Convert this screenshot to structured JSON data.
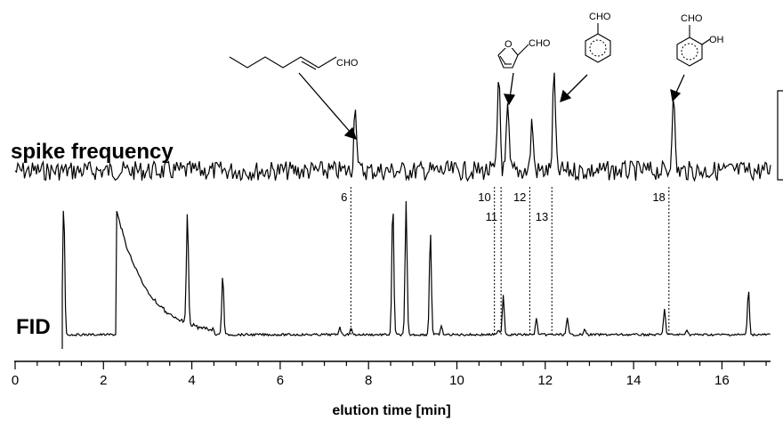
{
  "labels": {
    "spike": "spike frequency",
    "fid": "FID",
    "xaxis": "elution time  [min]"
  },
  "chart_data": {
    "type": "line",
    "xlabel": "elution time  [min]",
    "xlim": [
      0,
      17.1
    ],
    "x_ticks": [
      0,
      2,
      4,
      6,
      8,
      10,
      12,
      14,
      16
    ],
    "traces": [
      {
        "name": "spike frequency",
        "role": "top trace"
      },
      {
        "name": "FID",
        "role": "bottom trace"
      }
    ],
    "peaks": [
      {
        "label": "6",
        "time": 7.6,
        "structure": "hept-2-enal",
        "structure_text": "CHO"
      },
      {
        "label": "10",
        "time": 10.85,
        "structure": "",
        "structure_text": ""
      },
      {
        "label": "11",
        "time": 11.0,
        "structure": "furfural",
        "structure_text": "CHO"
      },
      {
        "label": "12",
        "time": 11.65,
        "structure": "",
        "structure_text": ""
      },
      {
        "label": "13",
        "time": 12.15,
        "structure": "benzaldehyde",
        "structure_text": "CHO"
      },
      {
        "label": "18",
        "time": 14.8,
        "structure": "salicylaldehyde",
        "structure_text": "CHO",
        "structure_text_2": "OH"
      }
    ],
    "spike_peaks": [
      {
        "time": 7.7,
        "height": 0.72
      },
      {
        "time": 10.95,
        "height": 1.0
      },
      {
        "time": 11.15,
        "height": 0.62
      },
      {
        "time": 11.7,
        "height": 0.5
      },
      {
        "time": 12.2,
        "height": 1.0
      },
      {
        "time": 14.9,
        "height": 0.82
      }
    ],
    "fid_peaks": [
      {
        "time": 1.0,
        "height": 1.0
      },
      {
        "time": 1.1,
        "height": 1.0
      },
      {
        "time": 3.9,
        "height": 0.85
      },
      {
        "time": 4.7,
        "height": 0.45
      },
      {
        "time": 7.35,
        "height": 0.06
      },
      {
        "time": 7.6,
        "height": 0.05
      },
      {
        "time": 8.55,
        "height": 1.0
      },
      {
        "time": 8.85,
        "height": 1.0
      },
      {
        "time": 9.4,
        "height": 0.78
      },
      {
        "time": 9.65,
        "height": 0.06
      },
      {
        "time": 10.95,
        "height": 0.04
      },
      {
        "time": 11.05,
        "height": 0.3
      },
      {
        "time": 11.8,
        "height": 0.12
      },
      {
        "time": 12.5,
        "height": 0.12
      },
      {
        "time": 12.9,
        "height": 0.04
      },
      {
        "time": 14.7,
        "height": 0.2
      },
      {
        "time": 15.2,
        "height": 0.04
      },
      {
        "time": 16.6,
        "height": 0.34
      }
    ],
    "grid": false
  }
}
